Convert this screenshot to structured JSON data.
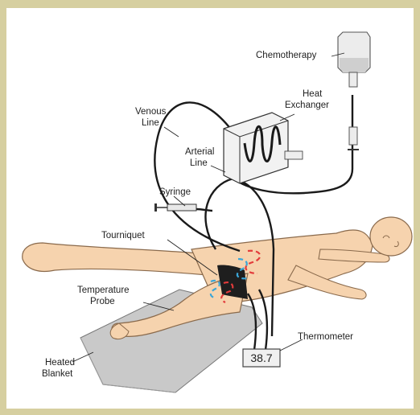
{
  "labels": {
    "chemotherapy": "Chemotherapy",
    "heat_exchanger_1": "Heat",
    "heat_exchanger_2": "Exchanger",
    "venous_1": "Venous",
    "venous_2": "Line",
    "arterial_1": "Arterial",
    "arterial_2": "Line",
    "syringe": "Syringe",
    "tourniquet": "Tourniquet",
    "temp_probe_1": "Temperature",
    "temp_probe_2": "Probe",
    "thermometer": "Thermometer",
    "blanket_1": "Heated",
    "blanket_2": "Blanket"
  },
  "thermometer_reading": "38.7",
  "colors": {
    "skin": "#f6d3ae",
    "skin_outline": "#8a6a4c",
    "tube": "#1a1a1a",
    "blanket": "#c9c9c9",
    "arterial_dash": "#e23b3b",
    "venous_dash": "#3aa6d8",
    "background": "#d6cfa0"
  }
}
